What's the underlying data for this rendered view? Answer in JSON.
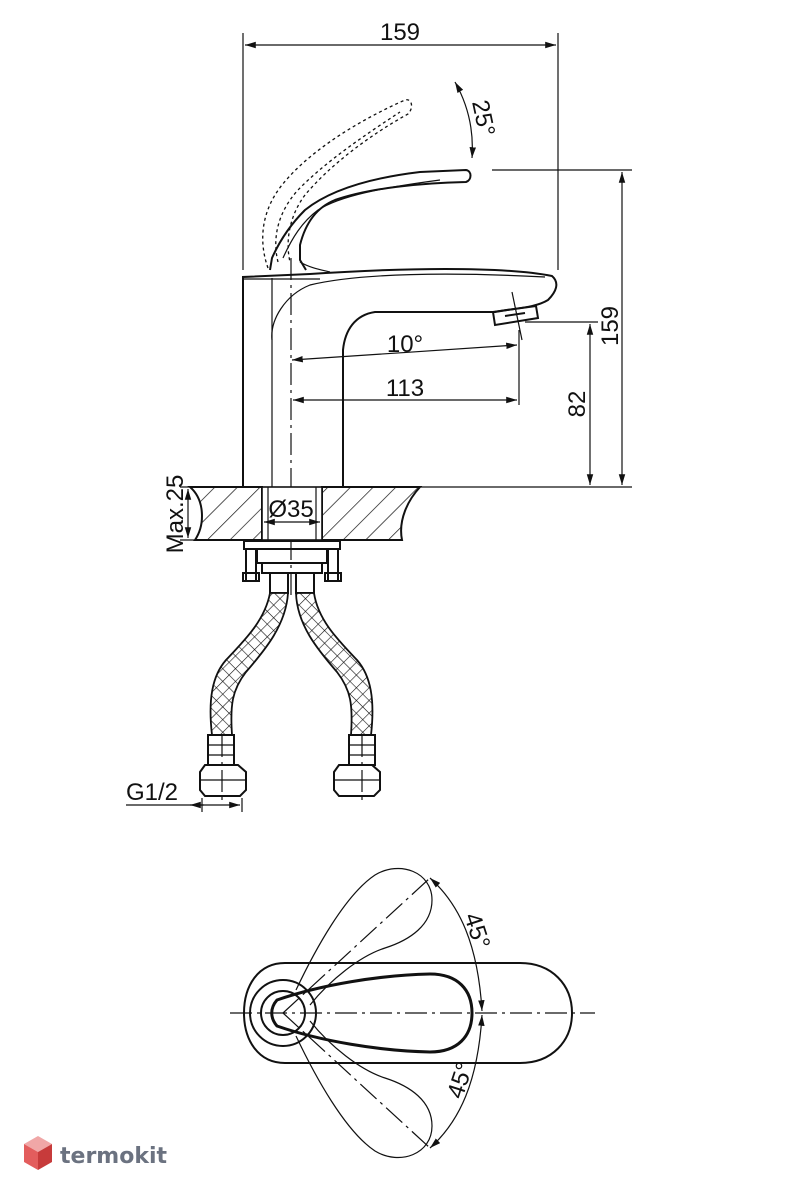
{
  "dimensions": {
    "overall_width": "159",
    "handle_tilt": "25°",
    "overall_height": "159",
    "spout_angle": "10°",
    "spout_reach": "113",
    "spout_height": "82",
    "max_deck": "Max.25",
    "hole_diameter": "Ø35",
    "connection_thread": "G1/2",
    "rotation_up": "45°",
    "rotation_down": "45°"
  },
  "brand": {
    "name": "termokit",
    "colors": {
      "cube_top": "#f0a7a7",
      "cube_left": "#e35d5d",
      "cube_right": "#c73b3b",
      "text": "#6b7280"
    }
  },
  "colors": {
    "line": "#111111",
    "background": "#ffffff"
  }
}
